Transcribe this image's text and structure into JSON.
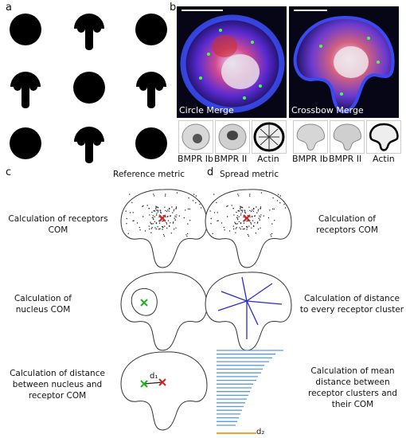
{
  "panels": {
    "a": "a",
    "b": "b",
    "c": "c",
    "d": "d"
  },
  "b": {
    "circle_label": "Circle Merge",
    "crossbow_label": "Crossbow Merge",
    "channels": [
      "BMPR Ib",
      "BMPR II",
      "Actin"
    ]
  },
  "columns": {
    "reference": "Reference metric",
    "spread": "Spread metric"
  },
  "left_descriptions": [
    "Calculation of receptors COM",
    "Calculation of nucleus COM",
    "Calculation of distance between nucleus and receptor COM"
  ],
  "right_descriptions": [
    "Calculation of receptors COM",
    "Calculation of distance to every receptor cluster",
    "Calculation of mean distance between receptor clusters and their COM"
  ],
  "d1_label": "d₁",
  "d2_label": "d₂",
  "colors": {
    "com_marker": "#d42020",
    "nucleus_marker": "#22b022",
    "spread_line": "#2a2ad0",
    "bar": "#5b9bd5",
    "d2_bar": "#f5a030"
  }
}
